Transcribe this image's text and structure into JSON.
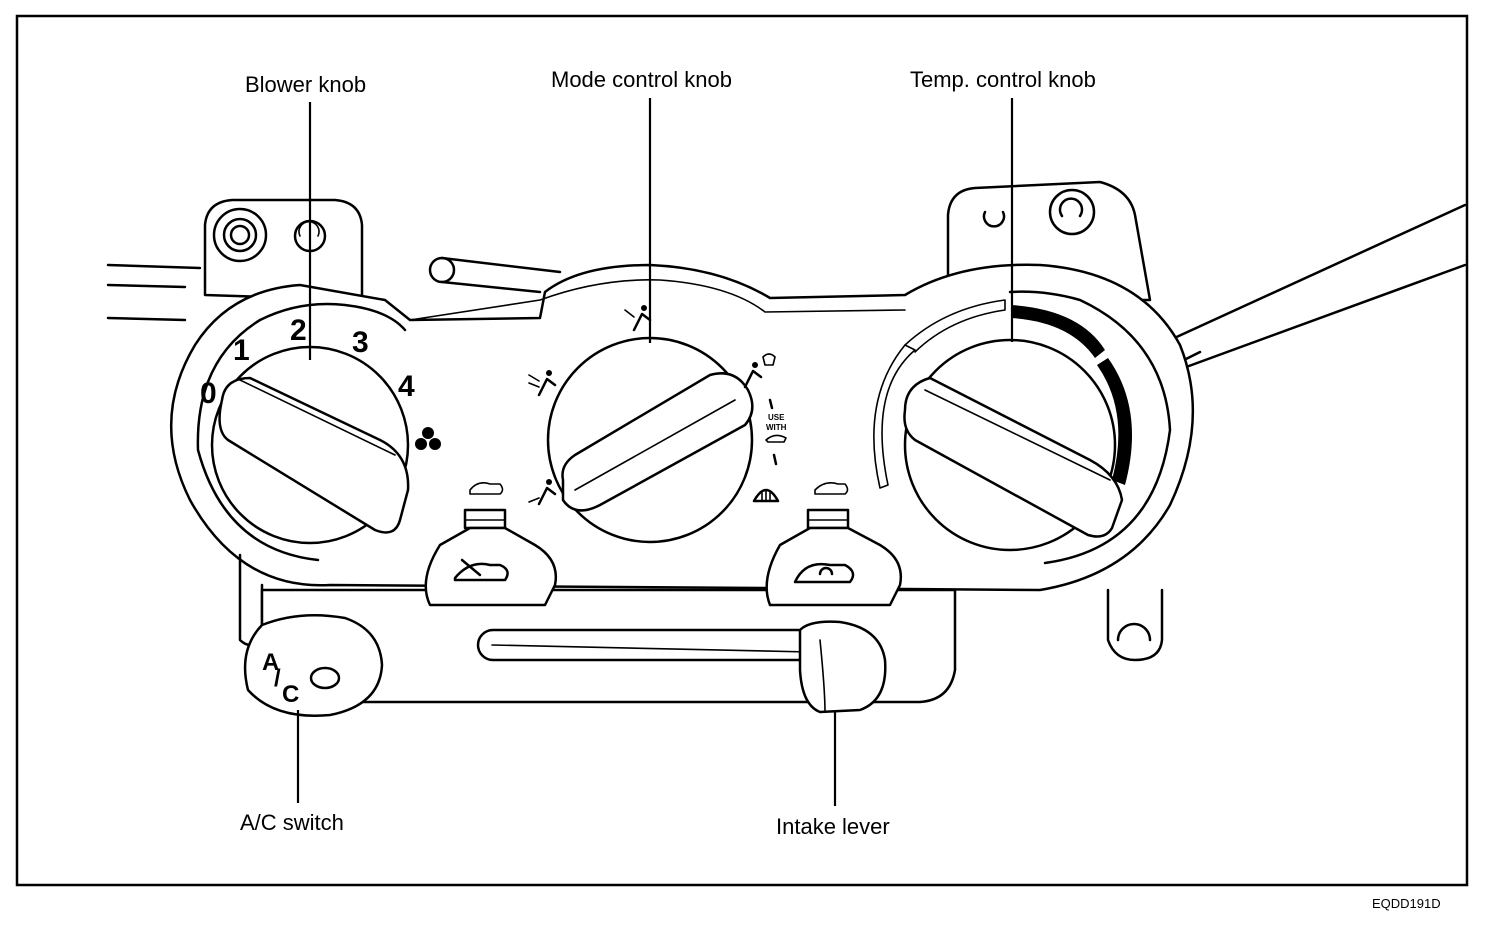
{
  "figure_code": "EQDD191D",
  "labels": {
    "blower_knob": "Blower knob",
    "mode_control_knob": "Mode control knob",
    "temp_control_knob": "Temp. control knob",
    "ac_switch": "A/C switch",
    "intake_lever": "Intake lever"
  },
  "blower_scale": [
    "0",
    "1",
    "2",
    "3",
    "4"
  ],
  "ac_button_text": {
    "a": "A",
    "slash": "/",
    "c": "C"
  },
  "mode_dial_text": {
    "line1": "USE",
    "line2": "WITH"
  },
  "icons": [
    "fan-icon",
    "vent-face-icon",
    "vent-bilevel-icon",
    "vent-floor-icon",
    "vent-floor-defrost-icon",
    "defrost-icon",
    "fresh-air-icon",
    "recirculation-icon"
  ],
  "colors": {
    "ink": "#000000",
    "paper": "#ffffff"
  }
}
